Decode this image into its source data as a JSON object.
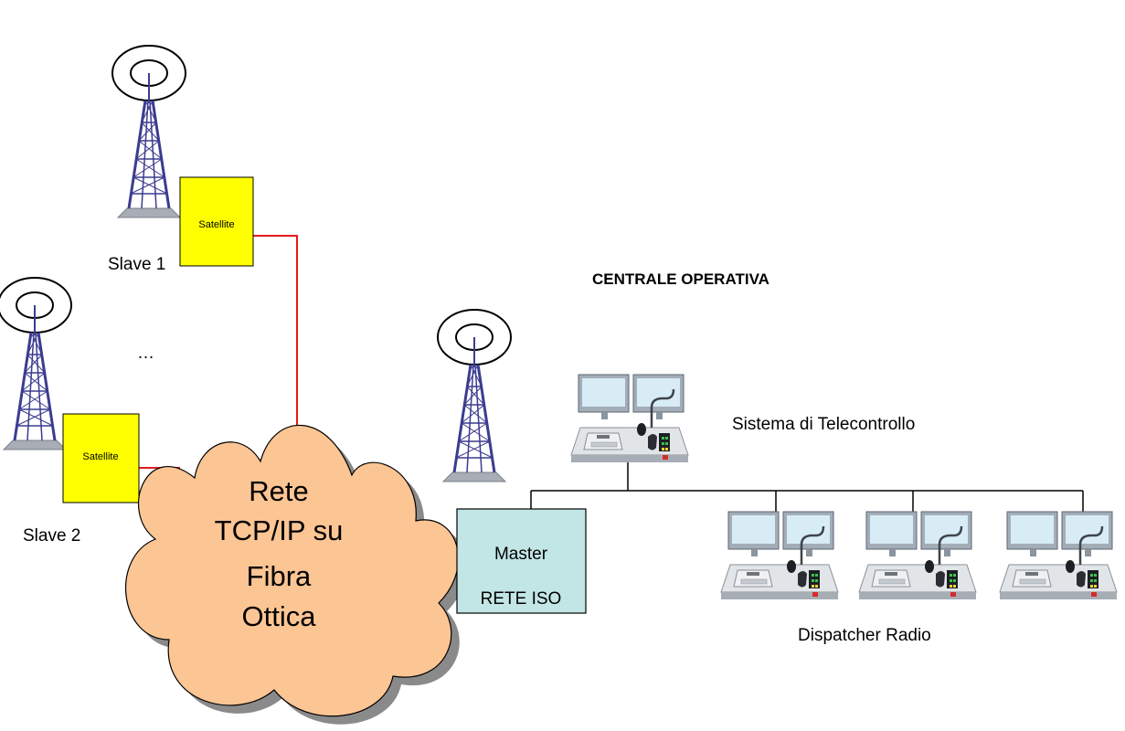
{
  "labels": {
    "satellite_1": "Satellite",
    "satellite_2": "Satellite",
    "slave_1": "Slave 1",
    "ellipsis": "…",
    "slave_2": "Slave 2",
    "cloud_line1": "Rete",
    "cloud_line2": "TCP/IP su",
    "cloud_line3": "Fibra",
    "cloud_line4": "Ottica",
    "master_line1": "Master",
    "master_line2": "RETE ISO",
    "centrale": "CENTRALE OPERATIVA",
    "telecontrollo": "Sistema di Telecontrollo",
    "dispatcher": "Dispatcher Radio"
  },
  "colors": {
    "satellite_fill": "#ffff00",
    "cloud_fill": "#fcc594",
    "master_fill": "#c2e5e5",
    "link_line": "#e31b1b",
    "tower": "#3b3c8f"
  },
  "icons": {
    "tower": "radio-tower-icon",
    "console": "dispatcher-console-icon"
  }
}
